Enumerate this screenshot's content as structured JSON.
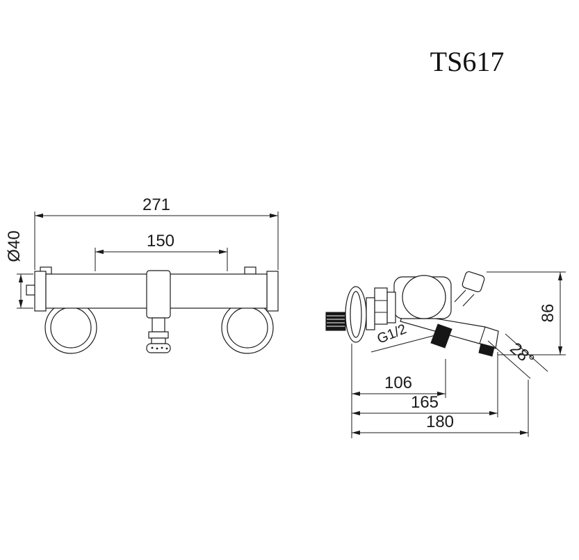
{
  "title": "TS617",
  "front_view": {
    "width_total": "271",
    "width_inner": "150",
    "diameter": "Ø40"
  },
  "side_view": {
    "height": "86",
    "thread": "G1/2",
    "angle": "28°",
    "depth_1": "106",
    "depth_2": "165",
    "depth_3": "180"
  }
}
